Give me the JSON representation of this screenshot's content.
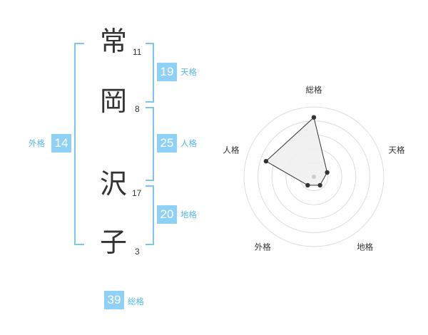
{
  "name": {
    "chars": [
      {
        "char": "常",
        "strokes": "11"
      },
      {
        "char": "岡",
        "strokes": "8"
      },
      {
        "char": "沢",
        "strokes": "17"
      },
      {
        "char": "子",
        "strokes": "3"
      }
    ]
  },
  "scores": {
    "tenkaku": {
      "value": "19",
      "label": "天格"
    },
    "jinkaku": {
      "value": "25",
      "label": "人格"
    },
    "chikaku": {
      "value": "20",
      "label": "地格"
    },
    "gaikaku": {
      "value": "14",
      "label": "外格"
    },
    "soukaku": {
      "value": "39",
      "label": "総格"
    }
  },
  "colors": {
    "accent": "#8fd0f7",
    "accent_text": "#55b7ee",
    "bracket": "#7fc4ef"
  },
  "chart_data": {
    "type": "radar",
    "axes": [
      "総格",
      "天格",
      "地格",
      "外格",
      "人格"
    ],
    "values": [
      0.85,
      0.2,
      0.15,
      0.15,
      0.72
    ],
    "rings": 5,
    "range": [
      0,
      1
    ]
  }
}
